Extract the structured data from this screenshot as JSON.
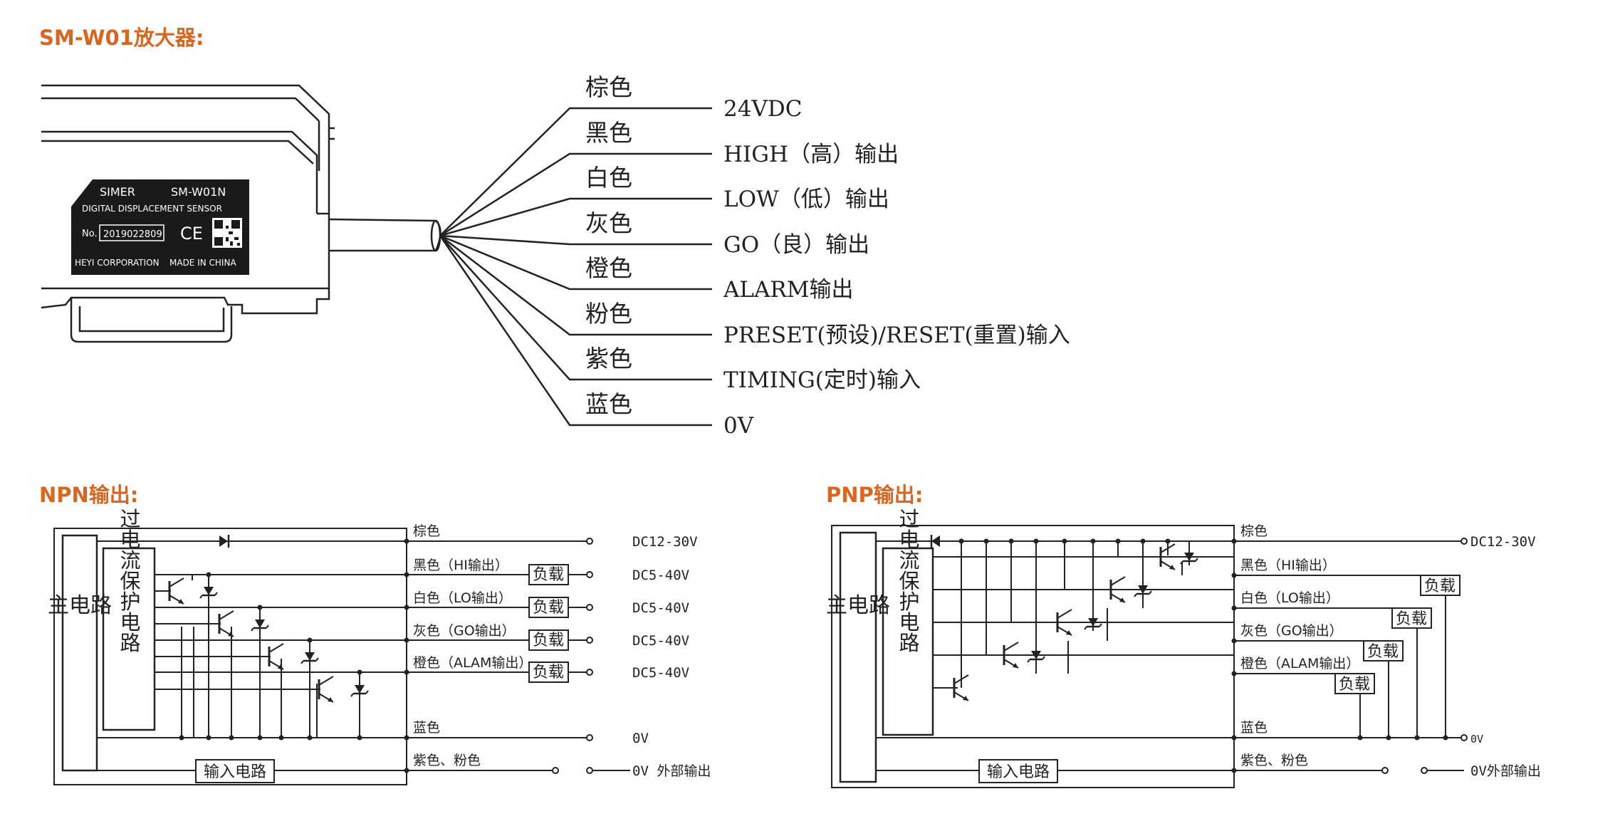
{
  "headings": {
    "amplifier": "SM-W01放大器:",
    "npn": "NPN输出:",
    "pnp": "PNP输出:"
  },
  "colors": {
    "heading": "#d9661f",
    "line": "#222222",
    "label_bg": "#1a1a1a"
  },
  "amplifier": {
    "label_brand": "SIMER",
    "label_model": "SM-W01N",
    "label_type": "DIGITAL DISPLACEMENT SENSOR",
    "label_no_prefix": "No.",
    "label_serial": "2019022809",
    "label_ce": "CE",
    "label_company": "HEYI CORPORATION",
    "label_origin": "MADE IN CHINA",
    "wires": [
      {
        "color": "棕色",
        "function": "24VDC"
      },
      {
        "color": "黑色",
        "function": "HIGH（高）输出"
      },
      {
        "color": "白色",
        "function": "LOW（低）输出"
      },
      {
        "color": "灰色",
        "function": "GO（良）输出"
      },
      {
        "color": "橙色",
        "function": "ALARM输出"
      },
      {
        "color": "粉色",
        "function": "PRESET(预设)/RESET(重置)输入"
      },
      {
        "color": "紫色",
        "function": "TIMING(定时)输入"
      },
      {
        "color": "蓝色",
        "function": "0V"
      }
    ]
  },
  "npn": {
    "main_circuit": "主电路",
    "protect_circuit": "过电流保护电路",
    "input_circuit": "输入电路",
    "load": "负载",
    "lines": [
      {
        "label": "棕色",
        "voltage": "DC12-30V"
      },
      {
        "label": "黑色（HI输出）",
        "voltage": "DC5-40V"
      },
      {
        "label": "白色（LO输出）",
        "voltage": "DC5-40V"
      },
      {
        "label": "灰色（GO输出）",
        "voltage": "DC5-40V"
      },
      {
        "label": "橙色（ALAM输出）",
        "voltage": "DC5-40V"
      },
      {
        "label": "蓝色",
        "voltage": "0V"
      },
      {
        "label": "紫色、粉色",
        "voltage": "0V 外部输出"
      }
    ]
  },
  "pnp": {
    "main_circuit": "主电路",
    "protect_circuit": "过电流保护电路",
    "input_circuit": "输入电路",
    "load": "负载",
    "lines": [
      {
        "label": "棕色",
        "voltage": "DC12-30V"
      },
      {
        "label": "黑色（HI输出）",
        "voltage": ""
      },
      {
        "label": "白色（LO输出）",
        "voltage": ""
      },
      {
        "label": "灰色（GO输出）",
        "voltage": ""
      },
      {
        "label": "橙色（ALAM输出）",
        "voltage": ""
      },
      {
        "label": "蓝色",
        "voltage": "0V"
      },
      {
        "label": "紫色、粉色",
        "voltage": "0V外部输出"
      }
    ]
  }
}
